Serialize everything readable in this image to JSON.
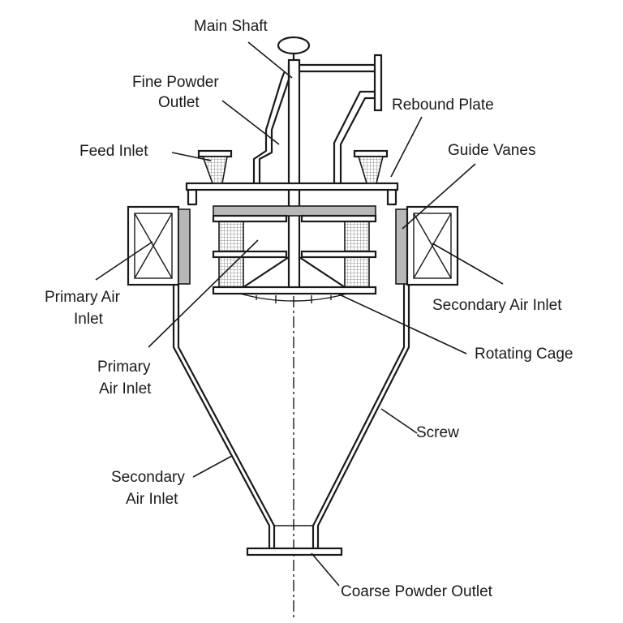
{
  "labels": {
    "main_shaft": "Main Shaft",
    "fine_powder_outlet_1": "Fine Powder",
    "fine_powder_outlet_2": "Outlet",
    "rebound_plate": "Rebound Plate",
    "feed_inlet": "Feed Inlet",
    "guide_vanes": "Guide Vanes",
    "primary_air_inlet_left_1": "Primary Air",
    "primary_air_inlet_left_2": "Inlet",
    "secondary_air_inlet_right": "Secondary Air Inlet",
    "primary_air_inlet_inner_1": "Primary",
    "primary_air_inlet_inner_2": "Air Inlet",
    "rotating_cage": "Rotating Cage",
    "screw": "Screw",
    "secondary_air_inlet_low_1": "Secondary",
    "secondary_air_inlet_low_2": "Air Inlet",
    "coarse_powder_outlet": "Coarse Powder Outlet"
  },
  "colors": {
    "line": "#1a1a1a",
    "fill_grey": "#b8b8b8",
    "background": "#ffffff"
  }
}
